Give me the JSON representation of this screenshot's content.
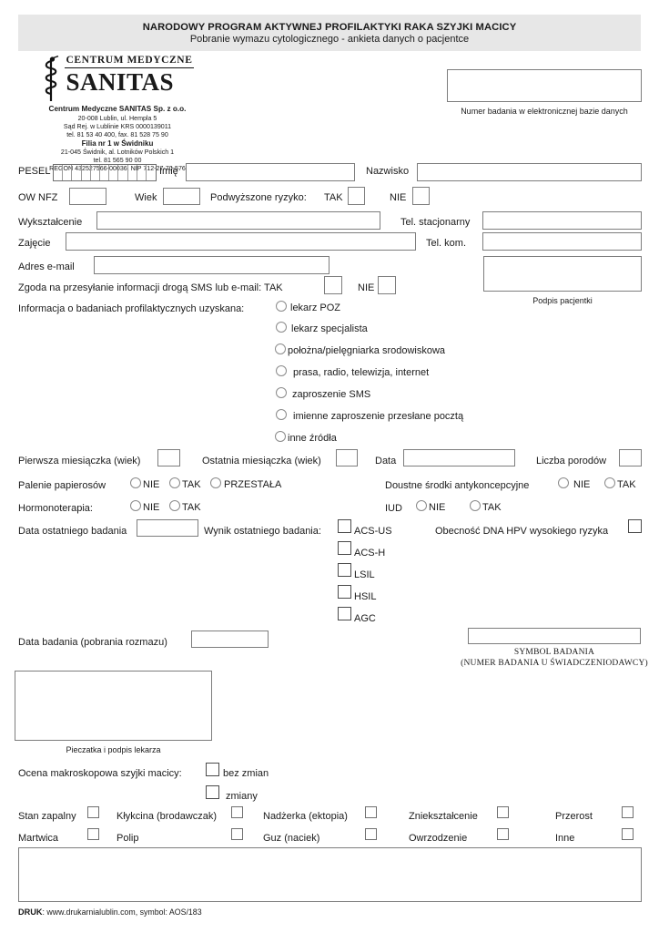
{
  "header": {
    "title": "NARODOWY PROGRAM AKTYWNEJ PROFILAKTYKI RAKA SZYJKI MACICY",
    "subtitle": "Pobranie wymazu cytologicznego - ankieta danych o pacjentce"
  },
  "logo": {
    "brand_top": "CENTRUM MEDYCZNE",
    "brand_main": "SANITAS",
    "company": "Centrum Medyczne SANITAS Sp. z o.o.",
    "address1": "20-008 Lublin,  ul. Hempla 5",
    "registry": "Sąd Rej. w Lublinie KRS 0000139011",
    "phone1": "tel. 81 53 40 400,  fax. 81 528 75 90",
    "branch": "Filia nr 1 w Świdniku",
    "address2": "21-045 Świdnik,  al. Lotników Polskich 1",
    "phone2": "tel. 81 565 90 00",
    "ids": "REGON 432527566-00036,  NIP 712-27-70-576"
  },
  "db_number": {
    "caption": "Numer badania w elektronicznej bazie danych",
    "value": ""
  },
  "identity": {
    "pesel_label": "PESEL",
    "pesel_cells": 11,
    "pesel_value": "",
    "imie_label": "Imię",
    "imie_value": "",
    "nazwisko_label": "Nazwisko",
    "nazwisko_value": "",
    "ow_nfz_label": "OW NFZ",
    "ow_nfz_value": "",
    "wiek_label": "Wiek",
    "wiek_value": "",
    "risk_label": "Podwyższone ryzyko:",
    "risk_yes": "TAK",
    "risk_no": "NIE"
  },
  "contact": {
    "education_label": "Wykształcenie",
    "education_value": "",
    "phone_land_label": "Tel. stacjonarny",
    "phone_land_value": "",
    "occupation_label": "Zajęcie",
    "occupation_value": "",
    "phone_mobile_label": "Tel. kom.",
    "phone_mobile_value": "",
    "email_label": "Adres e-mail",
    "email_value": "",
    "consent_label": "Zgoda na przesyłanie informacji drogą SMS lub e-mail: TAK",
    "consent_no": "NIE",
    "signature_caption": "Podpis pacjentki"
  },
  "info_source": {
    "label": "Informacja o badaniach profilaktycznych uzyskana:",
    "options": [
      "lekarz POZ",
      "lekarz specjalista",
      "położna/pielęgniarka srodowiskowa",
      "prasa, radio, telewizja, internet",
      "zaproszenie SMS",
      "imienne zaproszenie przesłane pocztą",
      "inne źródła"
    ]
  },
  "history": {
    "first_period_label": "Pierwsza miesiączka (wiek)",
    "first_period_value": "",
    "last_period_label": "Ostatnia miesiączka (wiek)",
    "last_period_value": "",
    "date_label": "Data",
    "date_value": "",
    "births_label": "Liczba porodów",
    "births_value": "",
    "smoking_label": "Palenie papierosów",
    "smoking_options": [
      "NIE",
      "TAK",
      "PRZESTAŁA"
    ],
    "contraception_label": "Doustne środki antykoncepcyjne",
    "contraception_options": [
      "NIE",
      "TAK"
    ],
    "hormone_label": "Hormonoterapia:",
    "hormone_options": [
      "NIE",
      "TAK"
    ],
    "iud_label": "IUD",
    "iud_options": [
      "NIE",
      "TAK"
    ]
  },
  "last_exam": {
    "date_label": "Data ostatniego badania",
    "date_value": "",
    "result_label": "Wynik ostatniego badania:",
    "results": [
      "ACS-US",
      "ACS-H",
      "LSIL",
      "HSIL",
      "AGC"
    ],
    "hpv_label": "Obecność DNA HPV wysokiego ryzyka"
  },
  "exam": {
    "date_label": "Data badania (pobrania rozmazu)",
    "date_value": "",
    "symbol_value": "",
    "symbol_caption1": "SYMBOL BADANIA",
    "symbol_caption2": "(NUMER BADANIA U ŚWIADCZENIODAWCY)",
    "stamp_caption": "Pieczatka i podpis lekarza"
  },
  "macroscopic": {
    "label": "Ocena makroskopowa szyjki macicy:",
    "options": [
      "bez zmian",
      "zmiany"
    ]
  },
  "findings": {
    "row1": [
      "Stan zapalny",
      "Kłykcina (brodawczak)",
      "Nadżerka (ektopia)",
      "Zniekształcenie",
      "Przerost"
    ],
    "row2": [
      "Martwica",
      "Polip",
      "Guz (naciek)",
      "Owrzodzenie",
      "Inne"
    ]
  },
  "footer": {
    "prefix": "DRUK",
    "text": ": www.drukarnialublin.com, symbol: AOS/183"
  },
  "colors": {
    "header_band": "#e7e7e7",
    "border": "#7d7d7d",
    "text": "#1a1a1a"
  }
}
